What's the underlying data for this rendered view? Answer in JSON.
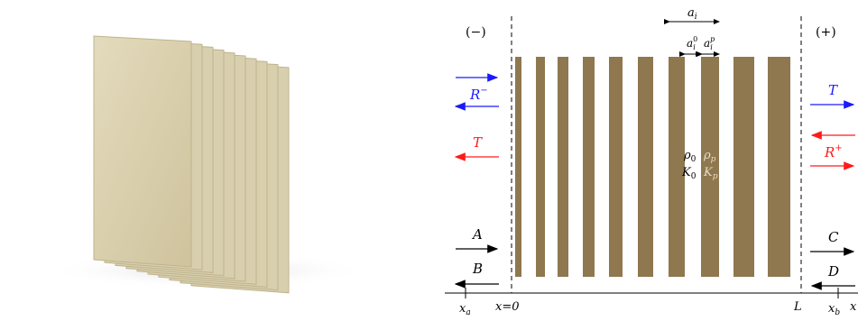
{
  "figure": {
    "left_region_label": "(−)",
    "right_region_label": "(+)",
    "width_label": "a",
    "width_label_sub": "i",
    "gap_label": "a",
    "gap_label_sub": "i",
    "gap_label_sup": "0",
    "plate_label": "a",
    "plate_label_sub": "i",
    "plate_label_sup": "p",
    "rho0_base": "ρ",
    "rho0_sub": "0",
    "rhop_base": "ρ",
    "rhop_sub": "p",
    "k0_base": "K",
    "k0_sub": "0",
    "kp_base": "K",
    "kp_sub": "p",
    "r_minus_base": "R",
    "r_minus_sup": "−",
    "t_left": "T",
    "t_right": "T",
    "r_plus_base": "R",
    "r_plus_sup": "+",
    "a_label": "A",
    "b_label": "B",
    "c_label": "C",
    "d_label": "D",
    "xa_base": "x",
    "xa_sub": "a",
    "x0_label": "x=0",
    "l_label": "L",
    "xb_base": "x",
    "xb_sub": "b",
    "x_axis_label": "x"
  },
  "colors": {
    "plate_fill": "#8f774f",
    "render_face": "#d8cfae",
    "render_edge": "#bfb38c",
    "blue_arrow": "#1a1aff",
    "red_arrow": "#ff1a1a",
    "black": "#000000",
    "pale_text": "#e6dcc4"
  }
}
